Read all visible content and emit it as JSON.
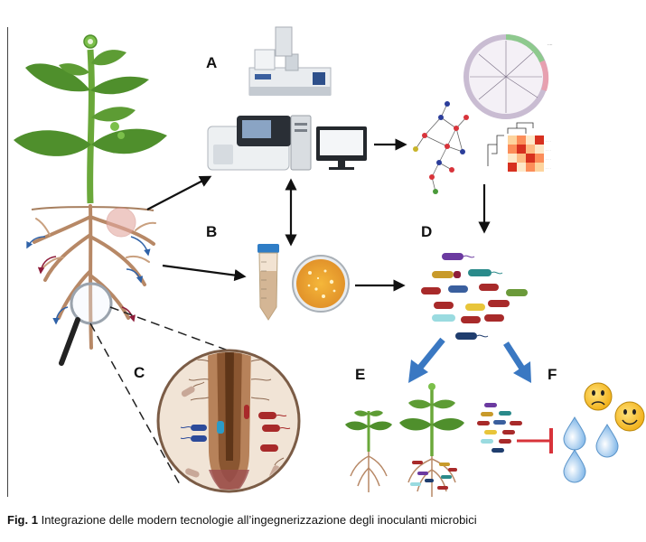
{
  "labels": {
    "a": "A",
    "b": "B",
    "c": "C",
    "d": "D",
    "e": "E",
    "f": "F"
  },
  "caption": {
    "prefix": "Fig. 1",
    "text": "Integrazione delle modern tecnologie all’ingegnerizzazione degli inoculanti microbici"
  },
  "colors": {
    "stem": "#6aa83a",
    "leaf": "#4f8f2c",
    "root": "#b78866",
    "arrow_blue": "#3a78c2",
    "inhibit_red": "#d8333a",
    "dashed_blue": "#2f62a8",
    "dashed_maroon": "#8e1d3b"
  },
  "icons": [
    "plant-icon",
    "magnifier-icon",
    "mass-spectrometer-icon",
    "sequencer-icon",
    "computer-icon",
    "network-graph-icon",
    "phylogenetic-tree-icon",
    "heatmap-icon",
    "culture-tube-icon",
    "petri-dish-icon",
    "bacteria-consortium-icon",
    "sad-face-icon",
    "happy-face-icon",
    "water-drop-icon"
  ]
}
